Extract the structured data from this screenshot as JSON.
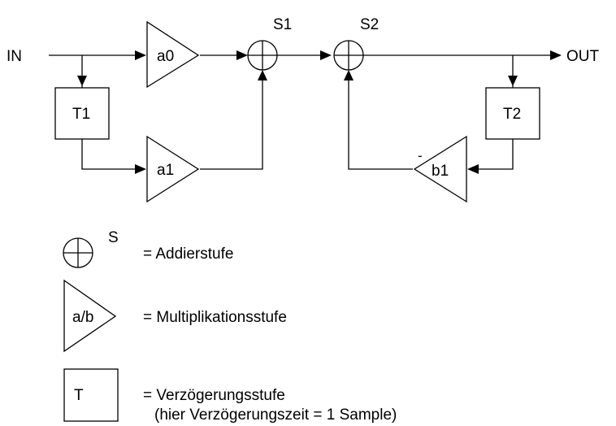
{
  "diagram": {
    "input_label": "IN",
    "output_label": "OUT",
    "s1_label": "S1",
    "s2_label": "S2",
    "t1_label": "T1",
    "t2_label": "T2",
    "a0_label": "a0",
    "a1_label": "a1",
    "b1_label": "b1",
    "b1_sign": "-"
  },
  "legend": {
    "adder_symbol_label": "S",
    "adder_text": "= Addierstufe",
    "multiplier_symbol_label": "a/b",
    "multiplier_text": "= Multiplikationsstufe",
    "delay_symbol_label": "T",
    "delay_text": "= Verzögerungsstufe",
    "delay_note": "(hier Verzögerungszeit = 1 Sample)"
  }
}
